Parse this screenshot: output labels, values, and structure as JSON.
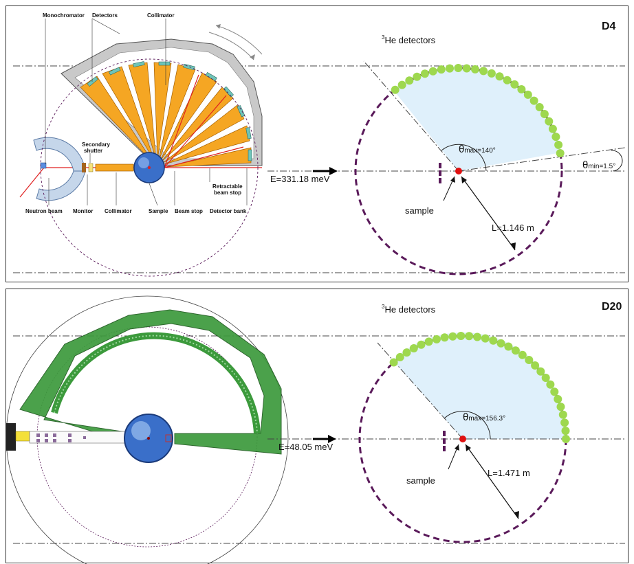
{
  "panels": [
    {
      "id": "D4",
      "tag": "D4",
      "detector_title": "He detectors",
      "detector_sup": "3",
      "energy": "E=331.18 meV",
      "theta_max_symbol": "θ",
      "theta_max_sub": "max",
      "theta_max_value": "=140°",
      "theta_min_symbol": "θ",
      "theta_min_sub": "min",
      "theta_min_value": "=1.5°",
      "sample": "sample",
      "distance": "L=1.146 m",
      "schematic_labels": {
        "monochromator": "Monochromator",
        "detectors": "Detectors",
        "collimator_top": "Collimator",
        "secondary_shutter_1": "Secondary",
        "secondary_shutter_2": "shutter",
        "retractable_1": "Retractable",
        "retractable_2": "beam stop",
        "neutron_beam": "Neutron beam",
        "monitor": "Monitor",
        "collimator_bottom": "Collimator",
        "sample": "Sample",
        "beam_stop": "Beam stop",
        "detector_bank": "Detector bank"
      }
    },
    {
      "id": "D20",
      "tag": "D20",
      "detector_title": "He detectors",
      "detector_sup": "3",
      "energy": "E=48.05 meV",
      "theta_max_symbol": "θ",
      "theta_max_sub": "max",
      "theta_max_value": "=156.3°",
      "sample": "sample",
      "distance": "L=1.471 m"
    }
  ],
  "colors": {
    "circle": "#5a1a5a",
    "detector_dot": "#9ed84e",
    "coverage_fill": "#dff0fb",
    "sample_dot": "#e01010",
    "collimator_orange": "#f5a623",
    "green_shield": "#3c9a3c",
    "sample_blue": "#3a6fc9"
  }
}
